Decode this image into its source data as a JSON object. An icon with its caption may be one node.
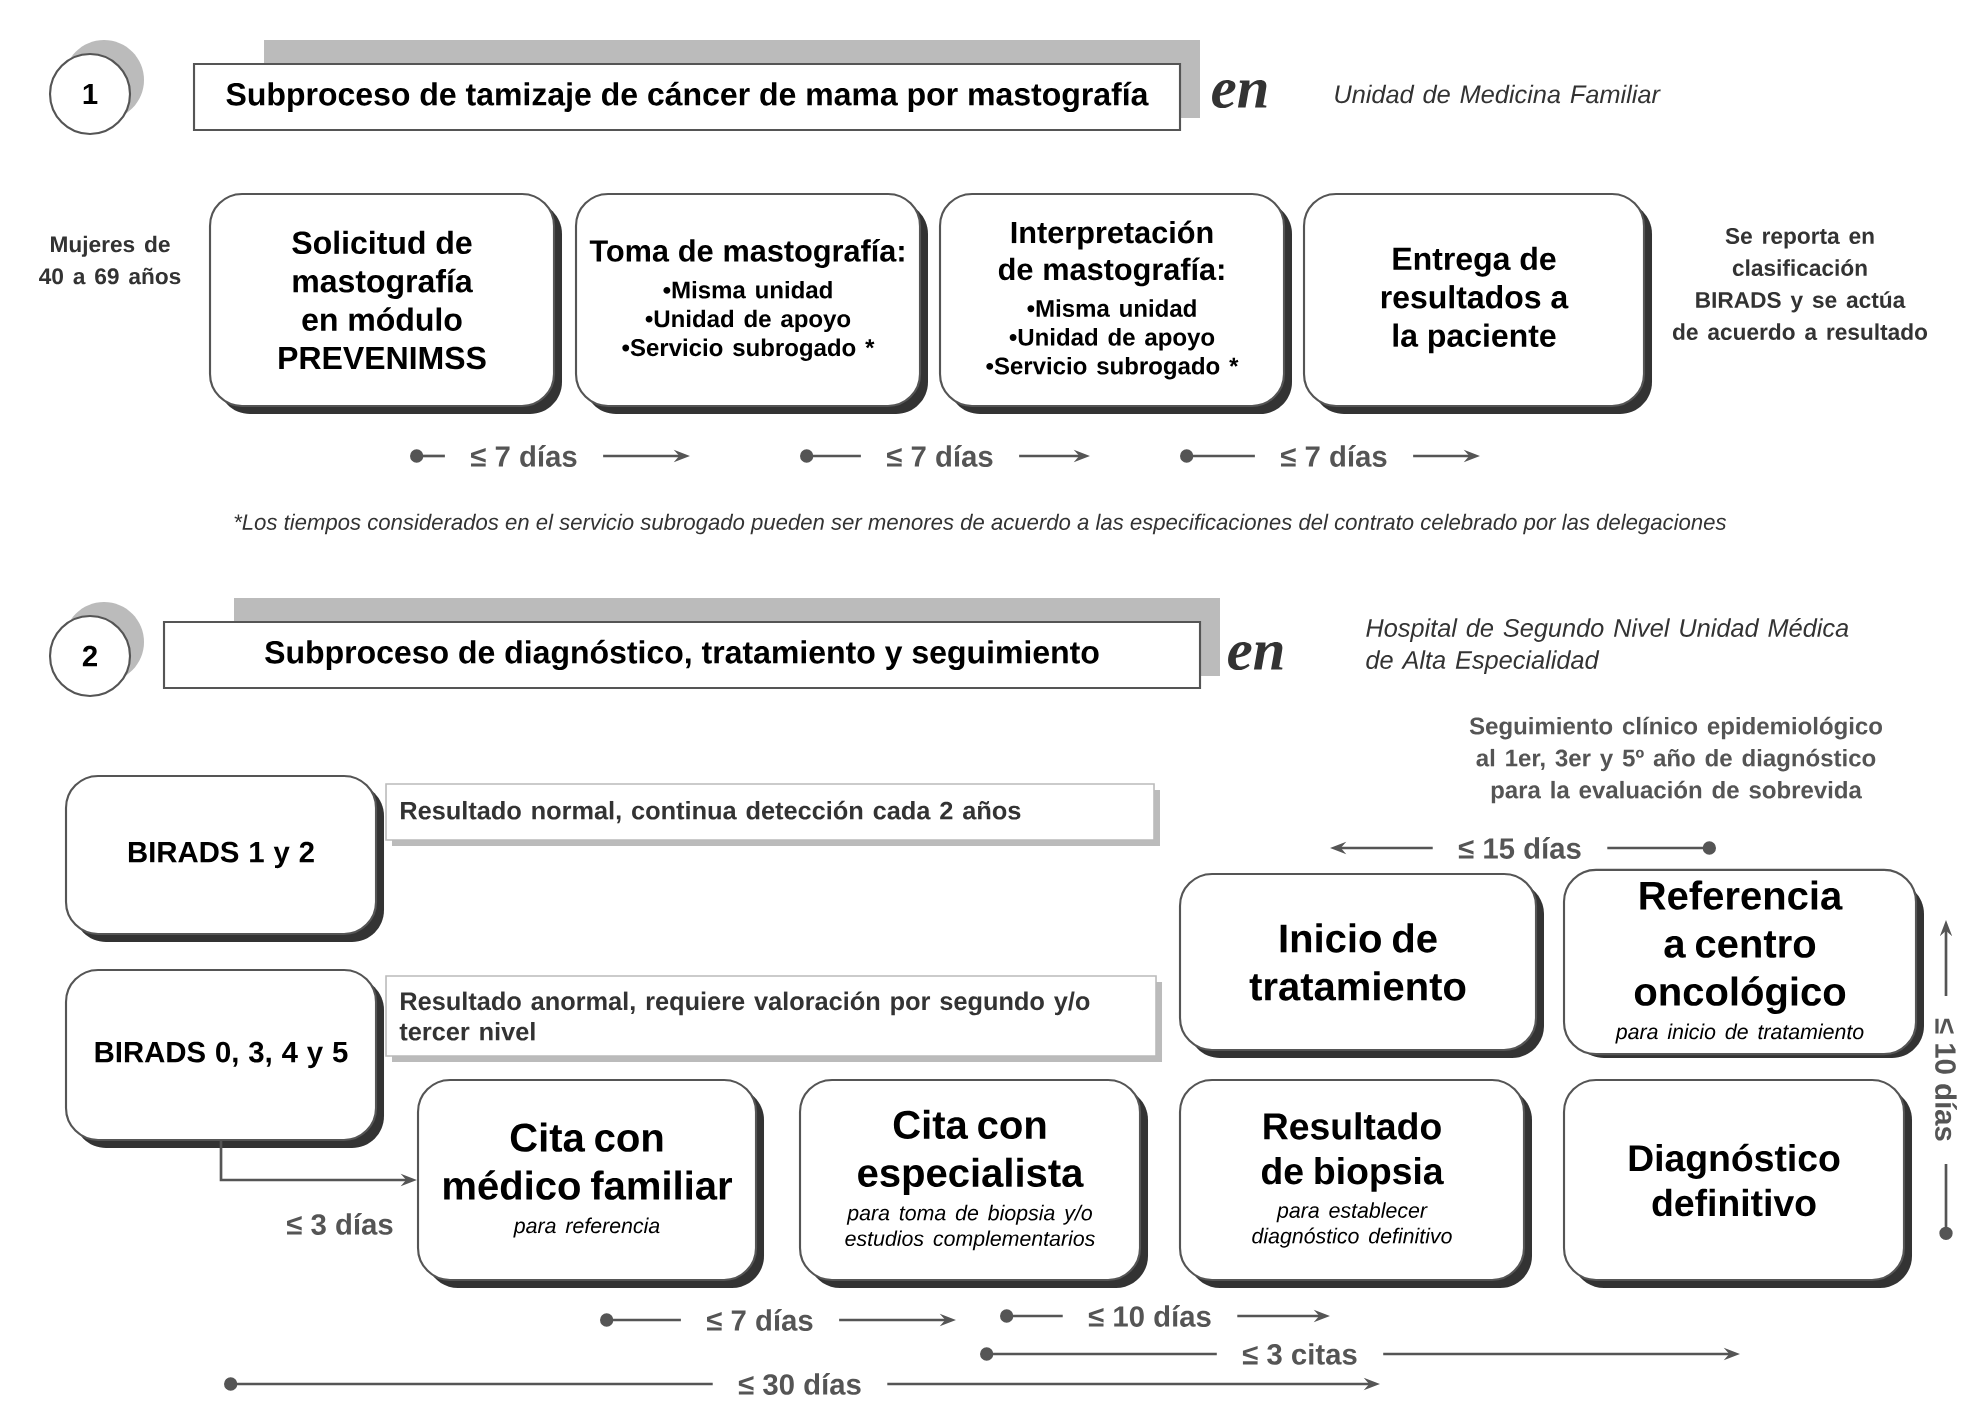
{
  "diagram": {
    "nodes": [
      {
        "text": [
          "1"
        ]
      },
      {
        "text": [
          "Subproceso de tamizaje de cáncer de mama por mastografía"
        ]
      },
      {
        "text": [
          "Solicitud de mastografía en módulo PREVENIMSS"
        ]
      },
      {
        "text": [
          "Toma de mastografía:",
          "•Misma unidad",
          "•Unidad de apoyo",
          "•Servicio subrogado *"
        ]
      },
      {
        "text": [
          "Interpretación de mastografía:",
          "•Misma unidad",
          "•Unidad de apoyo",
          "•Servicio subrogado *"
        ]
      },
      {
        "text": [
          "Entrega de resultados a la paciente"
        ]
      },
      {
        "text": [
          "2"
        ]
      },
      {
        "text": [
          "Subproceso de diagnóstico, tratamiento y seguimiento"
        ]
      },
      {
        "text": [
          "BIRADS 1 y 2"
        ]
      },
      {
        "text": [
          "Resultado normal, continua detección cada 2 años"
        ]
      },
      {
        "text": [
          "BIRADS 0, 3, 4 y 5"
        ]
      },
      {
        "text": [
          "Resultado anormal, requiere valoración por segundo y/o tercer nivel"
        ]
      },
      {
        "text": [
          "Cita con médico familiar",
          "para referencia"
        ]
      },
      {
        "text": [
          "Cita con especialista",
          "para toma de biopsia y/o estudios complementarios"
        ]
      },
      {
        "text": [
          "Resultado de biopsia",
          "para establecer diagnóstico definitivo"
        ]
      },
      {
        "text": [
          "Diagnóstico definitivo"
        ]
      },
      {
        "text": [
          "Inicio de tratamiento"
        ]
      },
      {
        "text": [
          "Referencia a centro oncológico",
          "para inicio de tratamiento"
        ]
      }
    ],
    "edges": [
      {
        "from": 10,
        "to": 12,
        "arrow": "to",
        "label": "≤ 3 días"
      }
    ],
    "labels": [
      "en",
      "Unidad de Medicina Familiar",
      "Mujeres de 40 a 69 años",
      "Se reporta en clasificación BIRADS y se actúa de acuerdo a resultado",
      "≤ 7 días",
      "≤ 7 días",
      "≤ 7 días",
      "*Los tiempos considerados en el servicio subrogado pueden ser menores de acuerdo a las especificaciones del contrato celebrado por las delegaciones",
      "en",
      "Hospital de Segundo Nivel Unidad Médica de Alta Especialidad",
      "Seguimiento clínico epidemiológico al 1er, 3er y 5º año de diagnóstico para la evaluación de sobrevida",
      "≤ 15 días",
      "≤ 10 días",
      "≤ 7 días",
      "≤ 10 días",
      "≤ 3 citas",
      "≤ 30 días"
    ]
  }
}
